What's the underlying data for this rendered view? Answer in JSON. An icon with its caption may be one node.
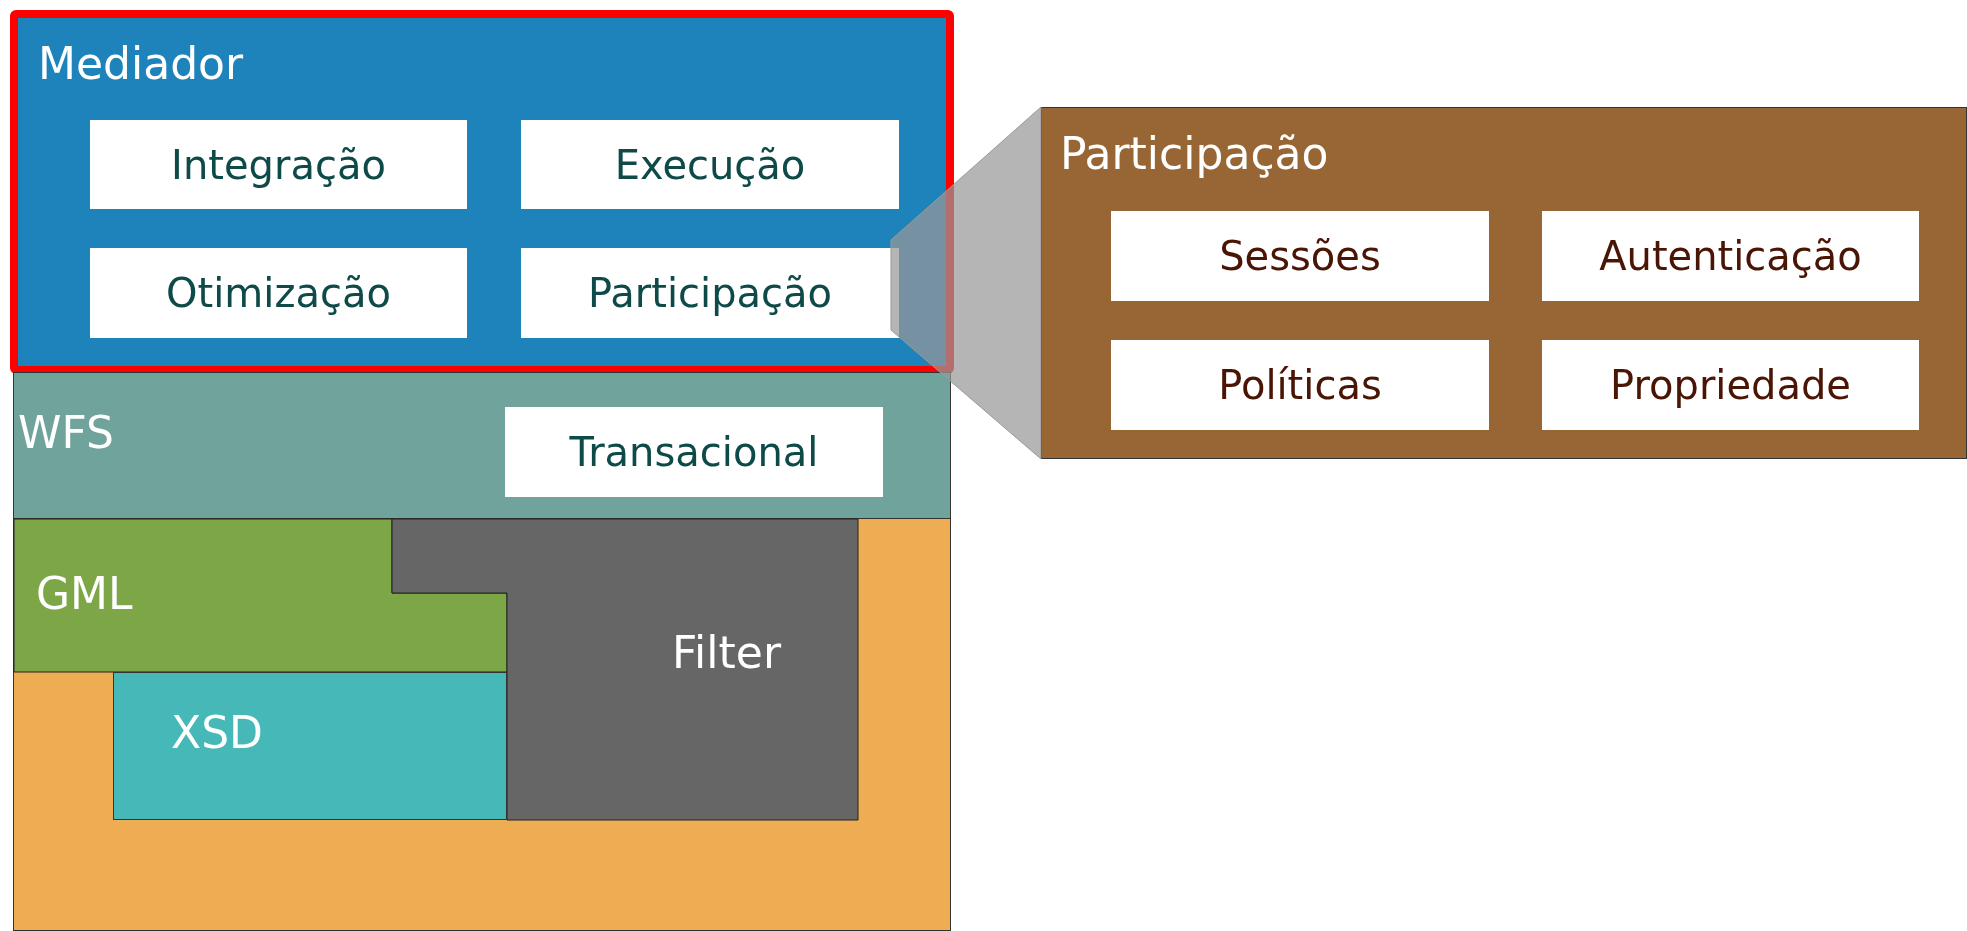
{
  "diagram": {
    "nodes": [
      {
        "text": [
          "Mediador"
        ]
      },
      {
        "text": [
          "Integração"
        ],
        "in": 0
      },
      {
        "text": [
          "Execução"
        ],
        "in": 0
      },
      {
        "text": [
          "Otimização"
        ],
        "in": 0
      },
      {
        "text": [
          "Participação"
        ],
        "in": 0
      },
      {
        "text": [
          "WFS"
        ]
      },
      {
        "text": [
          "Transacional"
        ],
        "in": 5
      },
      {
        "text": [],
        "shape": "box"
      },
      {
        "text": [
          "GML"
        ],
        "in": 7
      },
      {
        "text": [
          "Filter"
        ],
        "in": 7
      },
      {
        "text": [
          "XSD"
        ],
        "in": 7
      },
      {
        "text": [
          "Participação"
        ]
      },
      {
        "text": [
          "Sessões"
        ],
        "in": 11
      },
      {
        "text": [
          "Autenticação"
        ],
        "in": 11
      },
      {
        "text": [
          "Políticas"
        ],
        "in": 11
      },
      {
        "text": [
          "Propriedade"
        ],
        "in": 11
      }
    ],
    "edges": [
      {
        "from": 4,
        "to": 11,
        "arrow": "none"
      }
    ]
  }
}
